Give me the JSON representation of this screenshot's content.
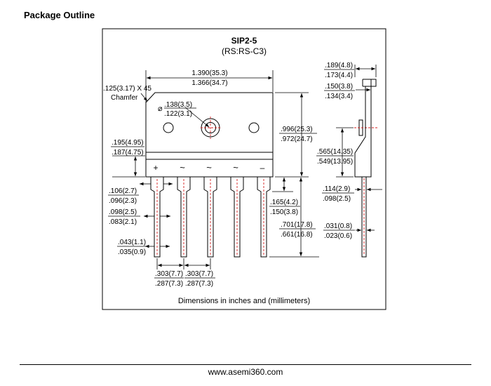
{
  "page": {
    "heading": "Package Outline",
    "footer_url": "www.asemi360.com"
  },
  "diagram": {
    "title": "SIP2-5",
    "subtitle": "(RS:RS-C3)",
    "caption": "Dimensions in inches and (millimeters)",
    "chamfer": {
      "line1": ".125(3.17) X 45",
      "line2": "Chamfer"
    },
    "hole": {
      "symbol": "⌀",
      "max": ".138(3.5)",
      "min": ".122(3.1)"
    },
    "pin_marks": [
      "+",
      "~",
      "~",
      "~",
      "–"
    ],
    "dims": {
      "width": {
        "max": "1.390(35.3)",
        "min": "1.366(34.7)"
      },
      "body_height": {
        "max": ".996(25.3)",
        "min": ".972(24.7)"
      },
      "step": {
        "max": ".195(4.95)",
        "min": ".187(4.75)"
      },
      "pin_pitch_a": {
        "max": ".106(2.7)",
        "min": ".096(2.3)"
      },
      "pin_width": {
        "max": ".098(2.5)",
        "min": ".083(2.1)"
      },
      "pin_thick": {
        "max": ".043(1.1)",
        "min": ".035(0.9)"
      },
      "shoulder": {
        "max": ".165(4.2)",
        "min": ".150(3.8)"
      },
      "lead_length": {
        "max": ".701(17.8)",
        "min": ".661(16.8)"
      },
      "spacing_1": {
        "max": ".303(7.7)",
        "min": ".287(7.3)"
      },
      "spacing_2": {
        "max": ".303(7.7)",
        "min": ".287(7.3)"
      },
      "side_total": {
        "max": ".189(4.8)",
        "min": ".173(4.4)"
      },
      "side_body": {
        "max": ".150(3.8)",
        "min": ".134(3.4)"
      },
      "side_height": {
        "max": ".565(14.35)",
        "min": ".549(13.95)"
      },
      "side_pin": {
        "max": ".114(2.9)",
        "min": ".098(2.5)"
      },
      "side_lead": {
        "max": ".031(0.8)",
        "min": ".023(0.6)"
      }
    }
  }
}
